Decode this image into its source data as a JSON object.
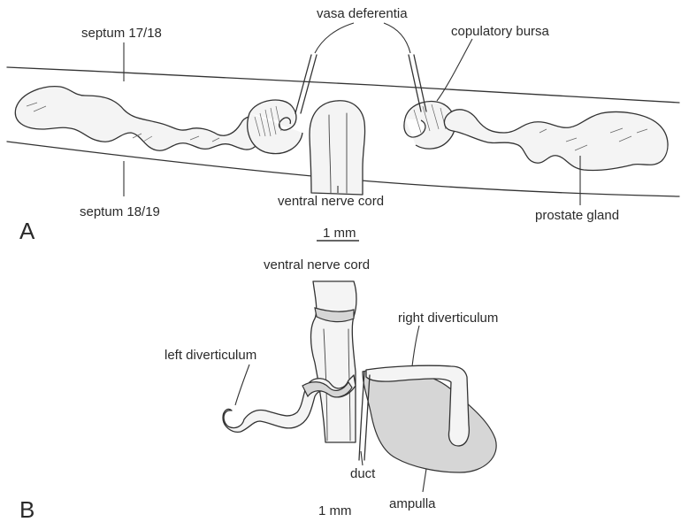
{
  "panel_a": {
    "panel_letter": "A",
    "labels": {
      "septum_17_18": "septum 17/18",
      "vasa_deferentia": "vasa deferentia",
      "copulatory_bursa": "copulatory bursa",
      "septum_18_19": "septum 18/19",
      "ventral_nerve_cord": "ventral nerve cord",
      "prostate_gland": "prostate gland"
    },
    "scale_bar": "1 mm"
  },
  "panel_b": {
    "panel_letter": "B",
    "labels": {
      "ventral_nerve_cord": "ventral nerve cord",
      "right_diverticulum": "right diverticulum",
      "left_diverticulum": "left diverticulum",
      "duct": "duct",
      "ampulla": "ampulla"
    },
    "scale_bar": "1 mm"
  }
}
